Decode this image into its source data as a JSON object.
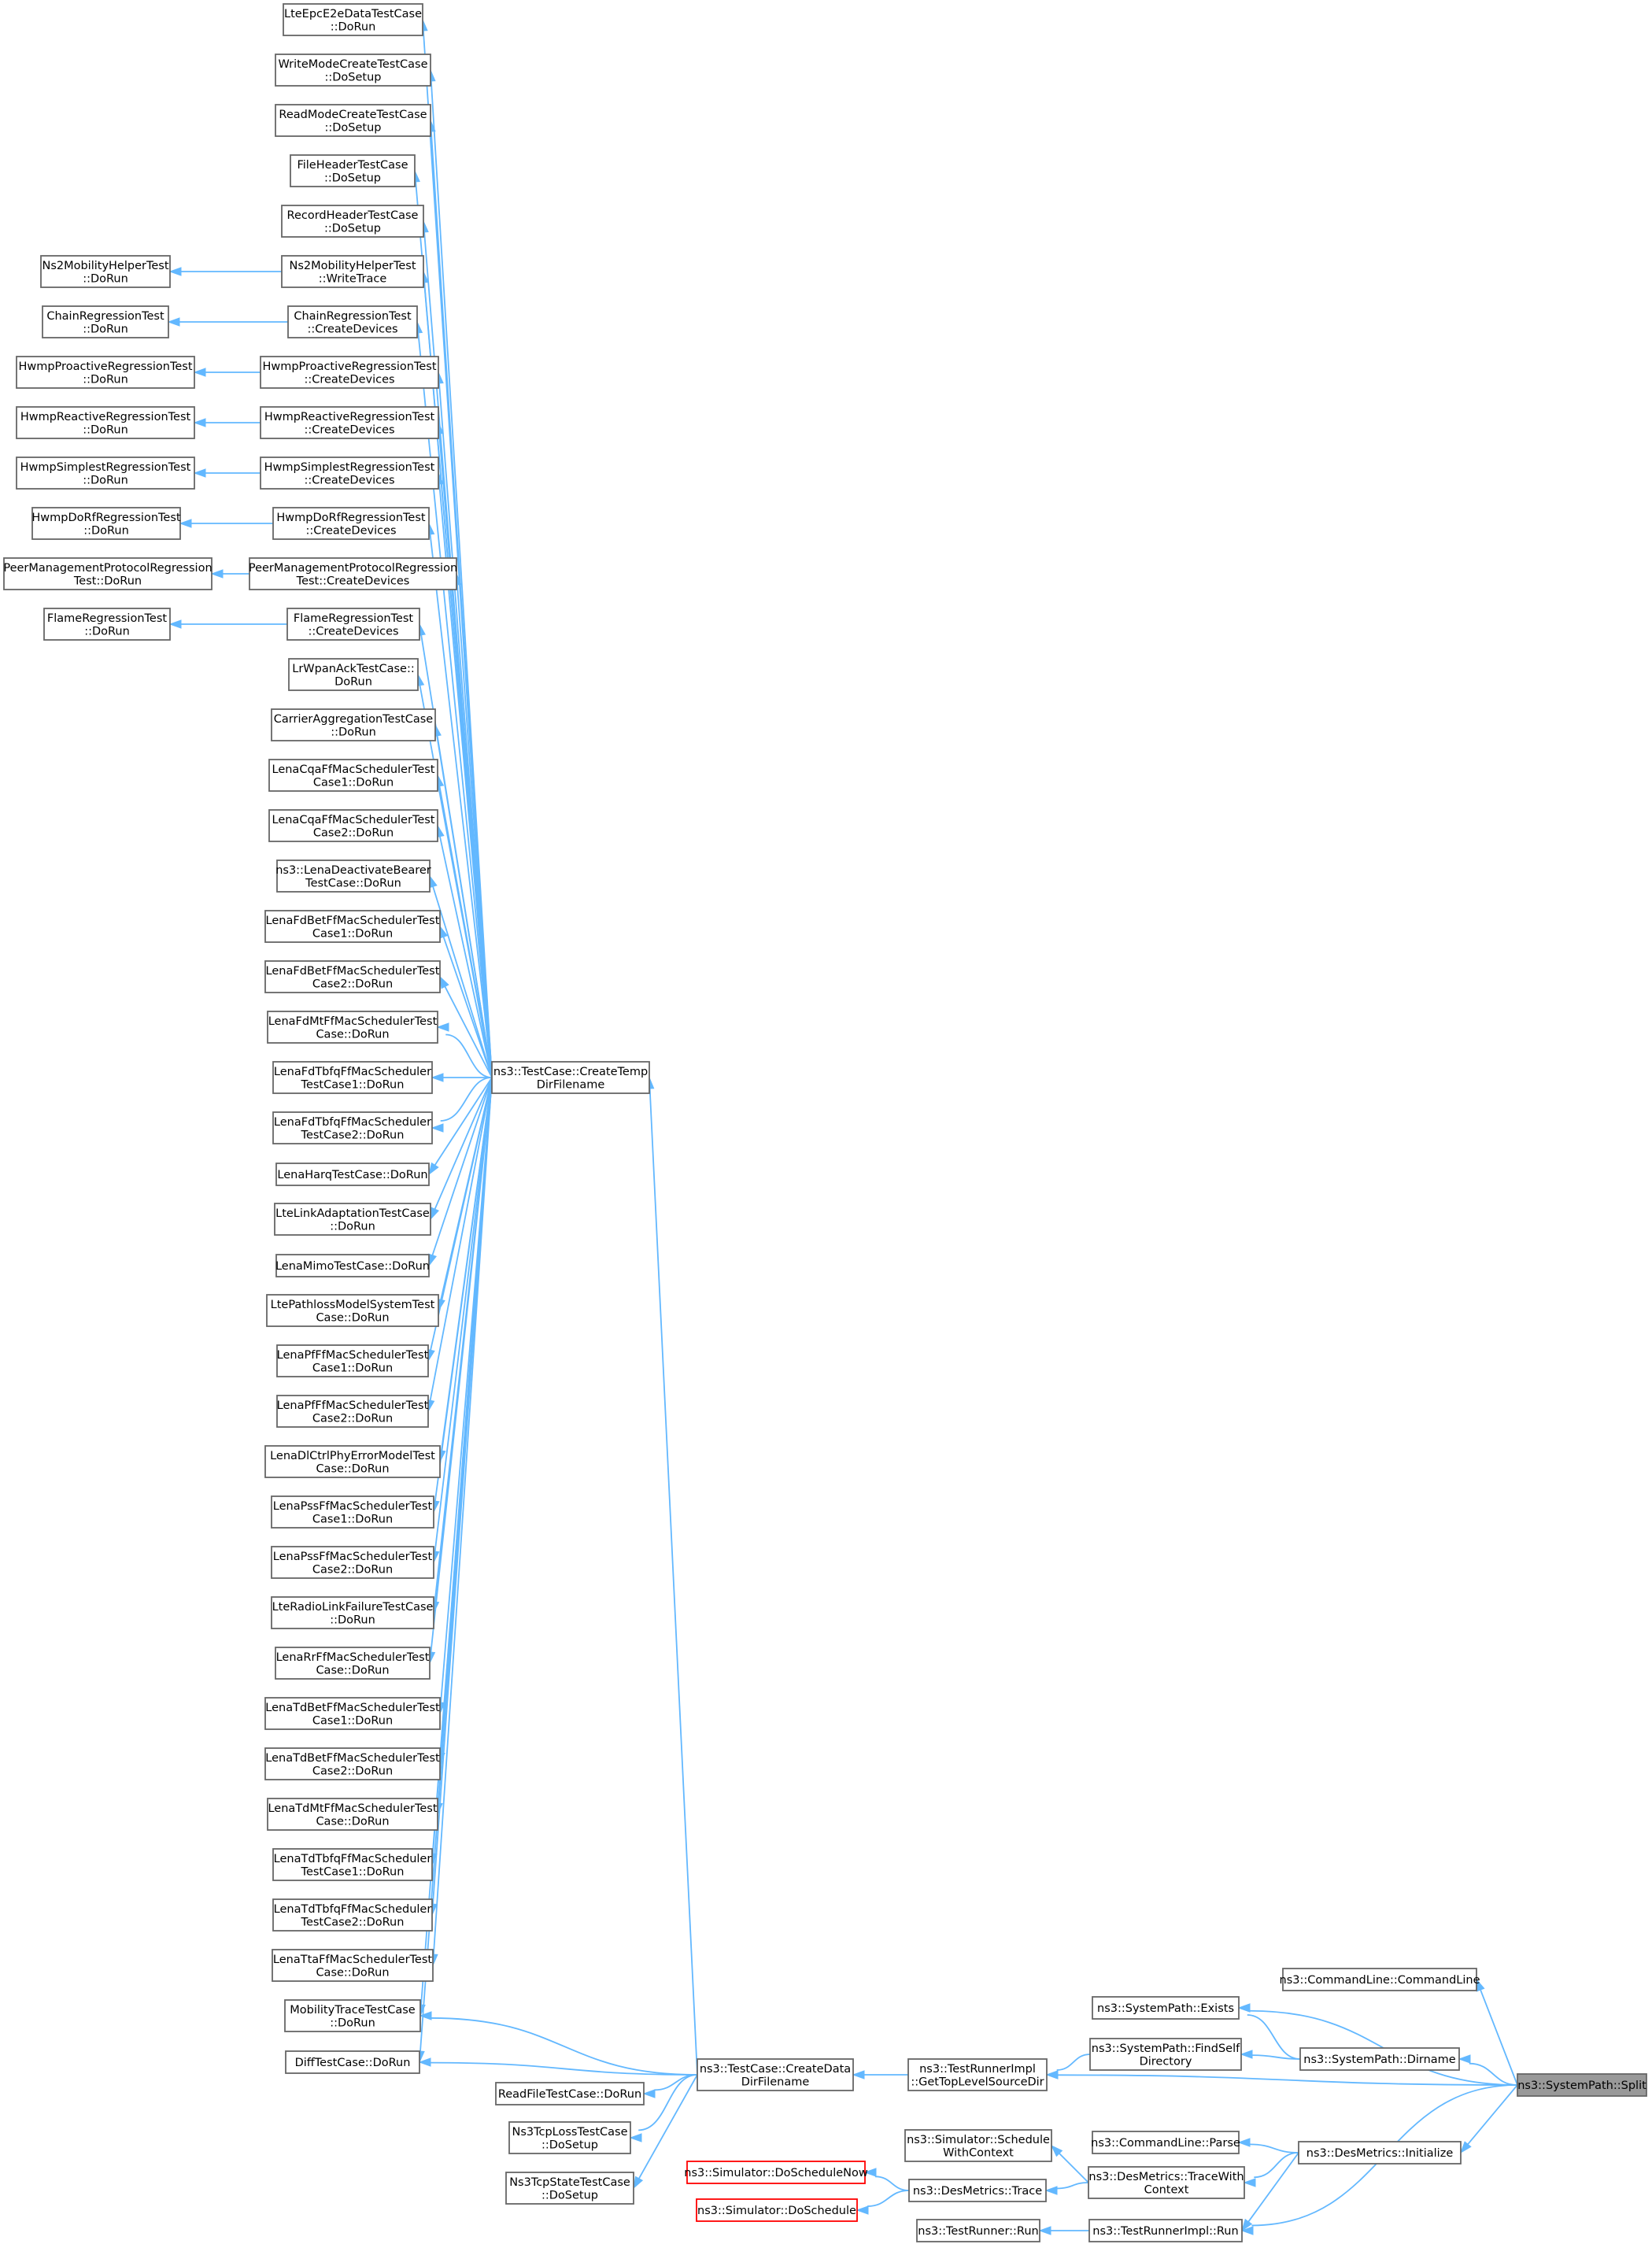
{
  "nodes": [
    {
      "id": "n1",
      "lines": [
        "LteEpcE2eDataTestCase",
        "::DoRun"
      ]
    },
    {
      "id": "n2",
      "lines": [
        "WriteModeCreateTestCase",
        "::DoSetup"
      ]
    },
    {
      "id": "n3",
      "lines": [
        "ReadModeCreateTestCase",
        "::DoSetup"
      ]
    },
    {
      "id": "n4",
      "lines": [
        "FileHeaderTestCase",
        "::DoSetup"
      ]
    },
    {
      "id": "n5",
      "lines": [
        "RecordHeaderTestCase",
        "::DoSetup"
      ]
    },
    {
      "id": "n6",
      "lines": [
        "Ns2MobilityHelperTest",
        "::WriteTrace"
      ]
    },
    {
      "id": "n6a",
      "lines": [
        "Ns2MobilityHelperTest",
        "::DoRun"
      ]
    },
    {
      "id": "n7",
      "lines": [
        "ChainRegressionTest",
        "::CreateDevices"
      ]
    },
    {
      "id": "n7a",
      "lines": [
        "ChainRegressionTest",
        "::DoRun"
      ]
    },
    {
      "id": "n8",
      "lines": [
        "HwmpProactiveRegressionTest",
        "::CreateDevices"
      ]
    },
    {
      "id": "n8a",
      "lines": [
        "HwmpProactiveRegressionTest",
        "::DoRun"
      ]
    },
    {
      "id": "n9",
      "lines": [
        "HwmpReactiveRegressionTest",
        "::CreateDevices"
      ]
    },
    {
      "id": "n9a",
      "lines": [
        "HwmpReactiveRegressionTest",
        "::DoRun"
      ]
    },
    {
      "id": "n10",
      "lines": [
        "HwmpSimplestRegressionTest",
        "::CreateDevices"
      ]
    },
    {
      "id": "n10a",
      "lines": [
        "HwmpSimplestRegressionTest",
        "::DoRun"
      ]
    },
    {
      "id": "n11",
      "lines": [
        "HwmpDoRfRegressionTest",
        "::CreateDevices"
      ]
    },
    {
      "id": "n11a",
      "lines": [
        "HwmpDoRfRegressionTest",
        "::DoRun"
      ]
    },
    {
      "id": "n12",
      "lines": [
        "PeerManagementProtocolRegression",
        "Test::CreateDevices"
      ]
    },
    {
      "id": "n12a",
      "lines": [
        "PeerManagementProtocolRegression",
        "Test::DoRun"
      ]
    },
    {
      "id": "n13",
      "lines": [
        "FlameRegressionTest",
        "::CreateDevices"
      ]
    },
    {
      "id": "n13a",
      "lines": [
        "FlameRegressionTest",
        "::DoRun"
      ]
    },
    {
      "id": "n14",
      "lines": [
        "LrWpanAckTestCase::",
        "DoRun"
      ]
    },
    {
      "id": "n15",
      "lines": [
        "CarrierAggregationTestCase",
        "::DoRun"
      ]
    },
    {
      "id": "n16",
      "lines": [
        "LenaCqaFfMacSchedulerTest",
        "Case1::DoRun"
      ]
    },
    {
      "id": "n17",
      "lines": [
        "LenaCqaFfMacSchedulerTest",
        "Case2::DoRun"
      ]
    },
    {
      "id": "n18",
      "lines": [
        "ns3::LenaDeactivateBearer",
        "TestCase::DoRun"
      ]
    },
    {
      "id": "n19",
      "lines": [
        "LenaFdBetFfMacSchedulerTest",
        "Case1::DoRun"
      ]
    },
    {
      "id": "n20",
      "lines": [
        "LenaFdBetFfMacSchedulerTest",
        "Case2::DoRun"
      ]
    },
    {
      "id": "n21",
      "lines": [
        "LenaFdMtFfMacSchedulerTest",
        "Case::DoRun"
      ]
    },
    {
      "id": "n22",
      "lines": [
        "LenaFdTbfqFfMacScheduler",
        "TestCase1::DoRun"
      ]
    },
    {
      "id": "n23",
      "lines": [
        "LenaFdTbfqFfMacScheduler",
        "TestCase2::DoRun"
      ]
    },
    {
      "id": "n24",
      "lines": [
        "LenaHarqTestCase::DoRun"
      ]
    },
    {
      "id": "n25",
      "lines": [
        "LteLinkAdaptationTestCase",
        "::DoRun"
      ]
    },
    {
      "id": "n26",
      "lines": [
        "LenaMimoTestCase::DoRun"
      ]
    },
    {
      "id": "n27",
      "lines": [
        "LtePathlossModelSystemTest",
        "Case::DoRun"
      ]
    },
    {
      "id": "n28",
      "lines": [
        "LenaPfFfMacSchedulerTest",
        "Case1::DoRun"
      ]
    },
    {
      "id": "n29",
      "lines": [
        "LenaPfFfMacSchedulerTest",
        "Case2::DoRun"
      ]
    },
    {
      "id": "n30",
      "lines": [
        "LenaDlCtrlPhyErrorModelTest",
        "Case::DoRun"
      ]
    },
    {
      "id": "n31",
      "lines": [
        "LenaPssFfMacSchedulerTest",
        "Case1::DoRun"
      ]
    },
    {
      "id": "n32",
      "lines": [
        "LenaPssFfMacSchedulerTest",
        "Case2::DoRun"
      ]
    },
    {
      "id": "n33",
      "lines": [
        "LteRadioLinkFailureTestCase",
        "::DoRun"
      ]
    },
    {
      "id": "n34",
      "lines": [
        "LenaRrFfMacSchedulerTest",
        "Case::DoRun"
      ]
    },
    {
      "id": "n35",
      "lines": [
        "LenaTdBetFfMacSchedulerTest",
        "Case1::DoRun"
      ]
    },
    {
      "id": "n36",
      "lines": [
        "LenaTdBetFfMacSchedulerTest",
        "Case2::DoRun"
      ]
    },
    {
      "id": "n37",
      "lines": [
        "LenaTdMtFfMacSchedulerTest",
        "Case::DoRun"
      ]
    },
    {
      "id": "n38",
      "lines": [
        "LenaTdTbfqFfMacScheduler",
        "TestCase1::DoRun"
      ]
    },
    {
      "id": "n39",
      "lines": [
        "LenaTdTbfqFfMacScheduler",
        "TestCase2::DoRun"
      ]
    },
    {
      "id": "n40",
      "lines": [
        "LenaTtaFfMacSchedulerTest",
        "Case::DoRun"
      ]
    },
    {
      "id": "n41",
      "lines": [
        "MobilityTraceTestCase",
        "::DoRun"
      ]
    },
    {
      "id": "n42",
      "lines": [
        "DiffTestCase::DoRun"
      ]
    },
    {
      "id": "ctd",
      "lines": [
        "ns3::TestCase::CreateTemp",
        "DirFilename"
      ]
    },
    {
      "id": "rf",
      "lines": [
        "ReadFileTestCase::DoRun"
      ]
    },
    {
      "id": "tcl",
      "lines": [
        "Ns3TcpLossTestCase",
        "::DoSetup"
      ]
    },
    {
      "id": "tcs",
      "lines": [
        "Ns3TcpStateTestCase",
        "::DoSetup"
      ]
    },
    {
      "id": "cdd",
      "lines": [
        "ns3::TestCase::CreateData",
        "DirFilename"
      ]
    },
    {
      "id": "gtl",
      "lines": [
        "ns3::TestRunnerImpl",
        "::GetTopLevelSourceDir"
      ]
    },
    {
      "id": "spe",
      "lines": [
        "ns3::SystemPath::Exists"
      ]
    },
    {
      "id": "fsd",
      "lines": [
        "ns3::SystemPath::FindSelf",
        "Directory"
      ]
    },
    {
      "id": "spd",
      "lines": [
        "ns3::SystemPath::Dirname"
      ]
    },
    {
      "id": "clc",
      "lines": [
        "ns3::CommandLine::CommandLine"
      ]
    },
    {
      "id": "split",
      "lines": [
        "ns3::SystemPath::Split"
      ]
    },
    {
      "id": "swc",
      "lines": [
        "ns3::Simulator::Schedule",
        "WithContext"
      ]
    },
    {
      "id": "clp",
      "lines": [
        "ns3::CommandLine::Parse"
      ]
    },
    {
      "id": "dmi",
      "lines": [
        "ns3::DesMetrics::Initialize"
      ]
    },
    {
      "id": "dsn",
      "lines": [
        "ns3::Simulator::DoScheduleNow"
      ]
    },
    {
      "id": "dmt",
      "lines": [
        "ns3::DesMetrics::Trace"
      ]
    },
    {
      "id": "dmtw",
      "lines": [
        "ns3::DesMetrics::TraceWith",
        "Context"
      ]
    },
    {
      "id": "dsc",
      "lines": [
        "ns3::Simulator::DoSchedule"
      ]
    },
    {
      "id": "trr",
      "lines": [
        "ns3::TestRunner::Run"
      ]
    },
    {
      "id": "tri",
      "lines": [
        "ns3::TestRunnerImpl::Run"
      ]
    }
  ],
  "edges": [
    [
      "n6a",
      "n6"
    ],
    [
      "n7a",
      "n7"
    ],
    [
      "n8a",
      "n8"
    ],
    [
      "n9a",
      "n9"
    ],
    [
      "n10a",
      "n10"
    ],
    [
      "n11a",
      "n11"
    ],
    [
      "n12a",
      "n12"
    ],
    [
      "n13a",
      "n13"
    ],
    [
      "n1",
      "ctd"
    ],
    [
      "n2",
      "ctd"
    ],
    [
      "n3",
      "ctd"
    ],
    [
      "n4",
      "ctd"
    ],
    [
      "n5",
      "ctd"
    ],
    [
      "n6",
      "ctd"
    ],
    [
      "n7",
      "ctd"
    ],
    [
      "n8",
      "ctd"
    ],
    [
      "n9",
      "ctd"
    ],
    [
      "n10",
      "ctd"
    ],
    [
      "n11",
      "ctd"
    ],
    [
      "n12",
      "ctd"
    ],
    [
      "n13",
      "ctd"
    ],
    [
      "n14",
      "ctd"
    ],
    [
      "n15",
      "ctd"
    ],
    [
      "n16",
      "ctd"
    ],
    [
      "n17",
      "ctd"
    ],
    [
      "n18",
      "ctd"
    ],
    [
      "n19",
      "ctd"
    ],
    [
      "n20",
      "ctd"
    ],
    [
      "n21",
      "ctd"
    ],
    [
      "n22",
      "ctd"
    ],
    [
      "n23",
      "ctd"
    ],
    [
      "n24",
      "ctd"
    ],
    [
      "n25",
      "ctd"
    ],
    [
      "n26",
      "ctd"
    ],
    [
      "n27",
      "ctd"
    ],
    [
      "n28",
      "ctd"
    ],
    [
      "n29",
      "ctd"
    ],
    [
      "n30",
      "ctd"
    ],
    [
      "n31",
      "ctd"
    ],
    [
      "n32",
      "ctd"
    ],
    [
      "n33",
      "ctd"
    ],
    [
      "n34",
      "ctd"
    ],
    [
      "n35",
      "ctd"
    ],
    [
      "n36",
      "ctd"
    ],
    [
      "n37",
      "ctd"
    ],
    [
      "n38",
      "ctd"
    ],
    [
      "n39",
      "ctd"
    ],
    [
      "n40",
      "ctd"
    ],
    [
      "n41",
      "ctd"
    ],
    [
      "n42",
      "ctd"
    ],
    [
      "ctd",
      "cdd"
    ],
    [
      "n41",
      "cdd"
    ],
    [
      "n42",
      "cdd"
    ],
    [
      "rf",
      "cdd"
    ],
    [
      "tcl",
      "cdd"
    ],
    [
      "tcs",
      "cdd"
    ],
    [
      "cdd",
      "gtl"
    ],
    [
      "gtl",
      "fsd"
    ],
    [
      "gtl",
      "split"
    ],
    [
      "fsd",
      "spd"
    ],
    [
      "spe",
      "spd"
    ],
    [
      "spe",
      "split"
    ],
    [
      "clc",
      "split"
    ],
    [
      "spd",
      "split"
    ],
    [
      "dmi",
      "split"
    ],
    [
      "tri",
      "split"
    ],
    [
      "clp",
      "dmi"
    ],
    [
      "dmtw",
      "dmi"
    ],
    [
      "tri",
      "dmi"
    ],
    [
      "swc",
      "dmtw"
    ],
    [
      "dmt",
      "dmtw"
    ],
    [
      "dsn",
      "dmt"
    ],
    [
      "dsc",
      "dmt"
    ],
    [
      "trr",
      "tri"
    ]
  ],
  "colors": {
    "edge": "#63b8ff",
    "node_border": "#666666",
    "highlight_fill": "#999999",
    "alert_border": "#ff0000"
  }
}
